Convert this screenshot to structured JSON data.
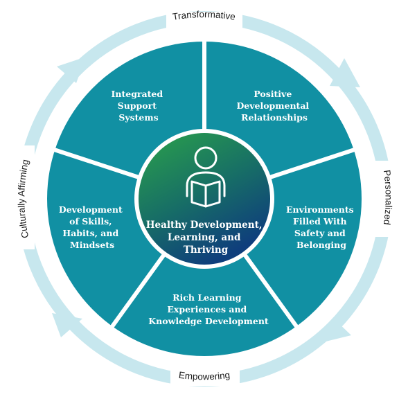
{
  "ring_labels": {
    "top": "Transformative",
    "right": "Personalized",
    "bottom": "Empowering",
    "left": "Culturally Affirming"
  },
  "segments": [
    {
      "id": "integrated",
      "lines": [
        "Integrated",
        "Support",
        "Systems"
      ]
    },
    {
      "id": "relationships",
      "lines": [
        "Positive",
        "Developmental",
        "Relationships"
      ]
    },
    {
      "id": "environments",
      "lines": [
        "Environments",
        "Filled With",
        "Safety and",
        "Belonging"
      ]
    },
    {
      "id": "learning",
      "lines": [
        "Rich Learning",
        "Experiences and",
        "Knowledge Development"
      ]
    },
    {
      "id": "skills",
      "lines": [
        "Development",
        "of Skills,",
        "Habits, and",
        "Mindsets"
      ]
    }
  ],
  "center": {
    "lines": [
      "Healthy Development,",
      "Learning, and",
      "Thriving"
    ],
    "icon": "person-reading-book-icon"
  },
  "colors": {
    "ring": "#c7e7ee",
    "segment": "#1190a3",
    "divider": "#ffffff",
    "center_top": "#2ba24a",
    "center_bottom": "#0f3e7c"
  }
}
